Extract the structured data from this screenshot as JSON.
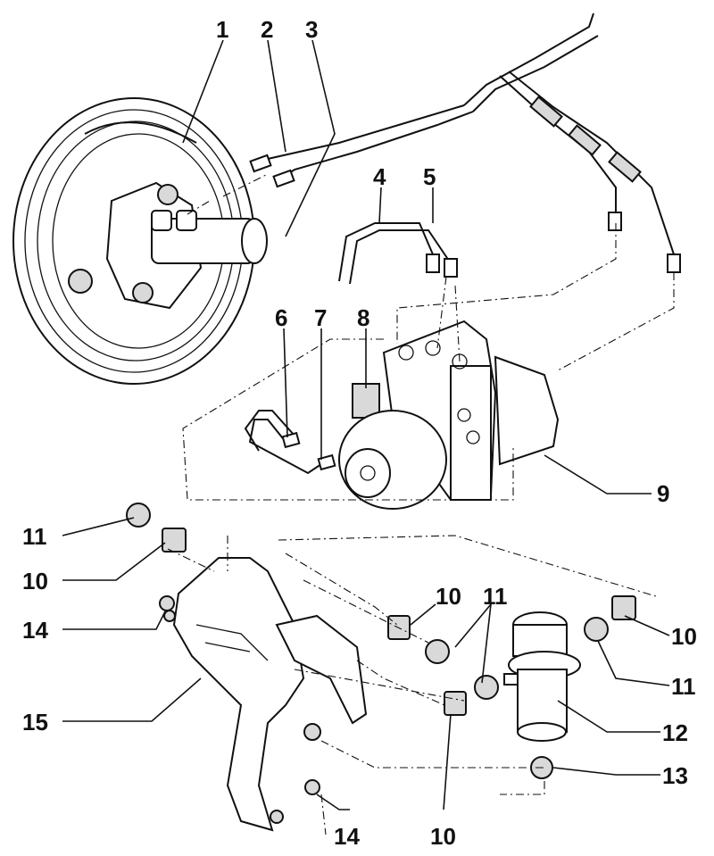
{
  "callouts": {
    "c1": "1",
    "c2": "2",
    "c3": "3",
    "c4": "4",
    "c5": "5",
    "c6": "6",
    "c7": "7",
    "c8": "8",
    "c9": "9",
    "c10a": "10",
    "c10b": "10",
    "c10c": "10",
    "c10d": "10",
    "c11a": "11",
    "c11b": "11",
    "c11c": "11",
    "c12": "12",
    "c13": "13",
    "c14a": "14",
    "c14b": "14",
    "c15": "15"
  }
}
